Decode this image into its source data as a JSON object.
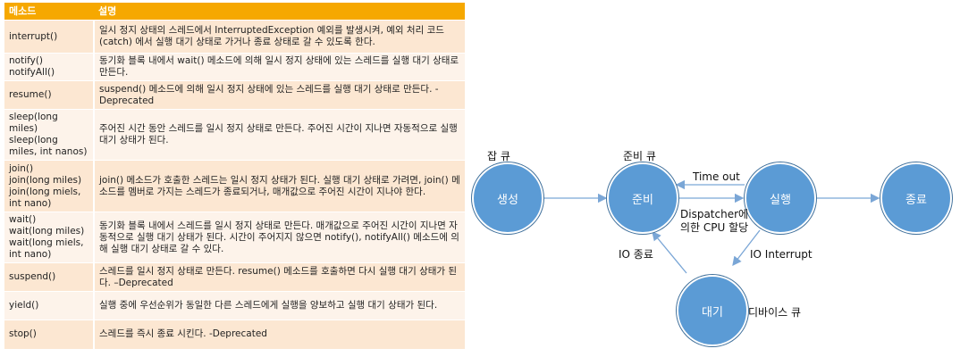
{
  "table": {
    "headers": [
      "메소드",
      "설명"
    ],
    "rows": [
      {
        "method": "interrupt()",
        "desc": "일시 정지 상태의 스레드에서 InterruptedException 예외를 발생시켜, 예외 처리 코드(catch) 에서 실행 대기 상태로 가거나 종료 상태로 갈 수 있도록 한다."
      },
      {
        "method": "notify()\nnotifyAll()",
        "desc": " 동기화 블록 내에서 wait() 메소드에 의해 일시 정지 상태에 있는 스레드를 실행 대기 상태로 만든다."
      },
      {
        "method": "resume()",
        "desc": " suspend() 메소드에 의해 일시 정지 상태에 있는 스레드를 실행 대기 상태로 만든다. -Deprecated"
      },
      {
        "method": "sleep(long miles)\nsleep(long miles, int nanos)",
        "desc": " 주어진 시간 동안 스레드를 일시 정지 상태로 만든다. 주어진 시간이 지나면 자동적으로 실행 대기 상태가 된다."
      },
      {
        "method": "join()\njoin(long miles)\njoin(long miels, int nano)",
        "desc": "join() 메소드가 호출한 스레드는 일시 정지 상태가 된다. 실행 대기 상태로 가려면, join() 메소드를 멤버로 가지는 스레드가 종료되거나, 매개값으로 주어진 시간이 지나야 한다."
      },
      {
        "method": "wait()\nwait(long miles)\nwait(long miels, int nano)",
        "desc": "동기화 블록 내에서 스레드를 일시 정지 상태로 만든다. 매개값으로 주어진 시간이 지나면 자동적으로 실행 대기 상태가 된다. 시간이 주어지지 않으면 notify(), notifyAll() 메소드에 의해 실행 대기 상태로 갈 수 있다."
      },
      {
        "method": "suspend()",
        "desc": "스레드를 일시 정지 상태로 만든다. resume() 메소드를 호출하면 다시 실행 대기 상태가 된다. –Deprecated"
      },
      {
        "method": "yield()",
        "desc": "실행 중에 우선순위가 동일한 다른 스레드에게 실행을 양보하고 실행 대기 상태가 된다."
      },
      {
        "method": "stop()",
        "desc": "스레드를 즉시 종료 시킨다. -Deprecated"
      }
    ]
  },
  "diagram": {
    "nodes": {
      "create": "생성",
      "ready": "준비",
      "running": "실행",
      "terminated": "종료",
      "waiting": "대기"
    },
    "labels": {
      "job_queue": "잡 큐",
      "ready_queue": "준비 큐",
      "timeout": "Time out",
      "dispatch": "Dispatcher에\n의한 CPU 할당",
      "io_interrupt": "IO Interrupt",
      "io_done": "IO 종료",
      "device_queue": "디바이스 큐"
    },
    "colors": {
      "node_fill": "#5b9bd5",
      "arrow": "#7aa6d6",
      "header": "#f6a800"
    }
  }
}
